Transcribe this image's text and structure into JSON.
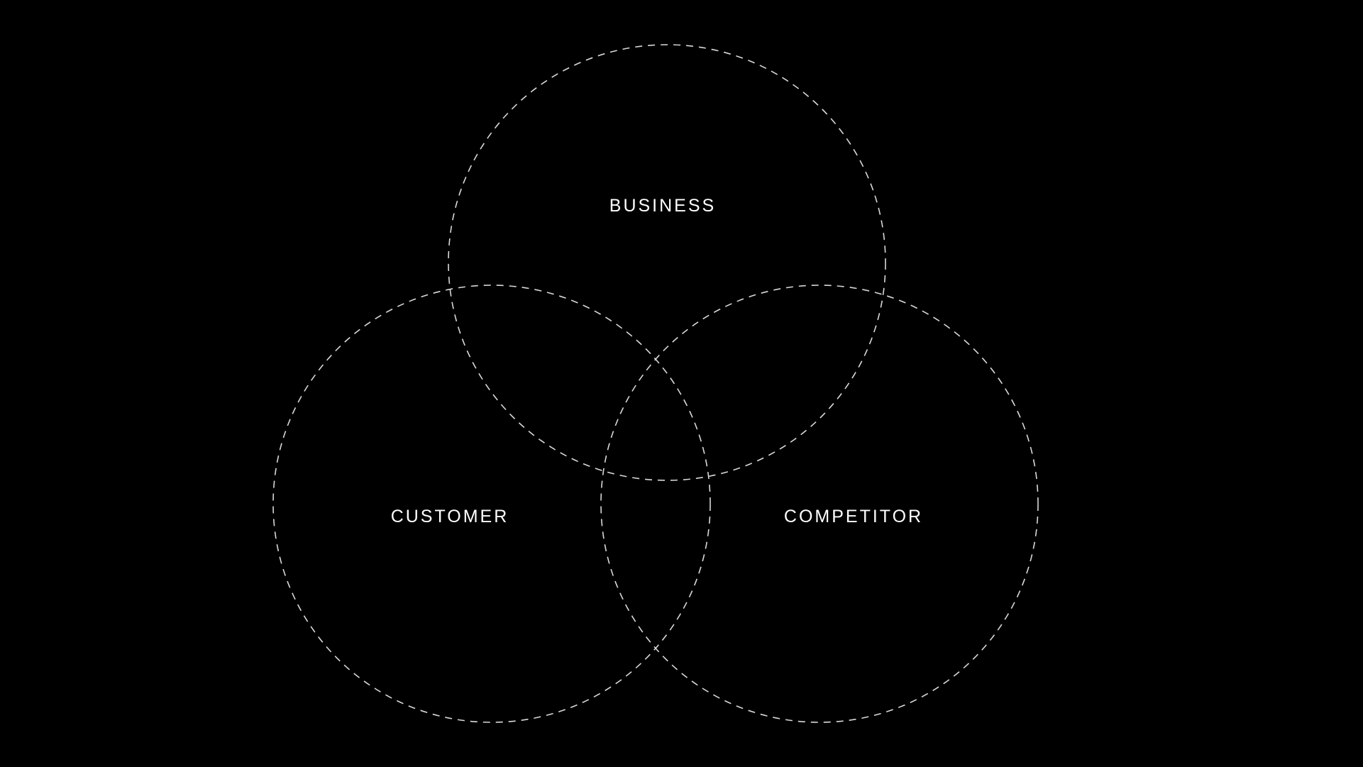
{
  "diagram": {
    "type": "venn",
    "background_color": "#000000",
    "stroke_color": "#d9d9d9",
    "text_color": "#ffffff",
    "sets": [
      {
        "id": "business",
        "label": "BUSINESS"
      },
      {
        "id": "customer",
        "label": "CUSTOMER"
      },
      {
        "id": "competitor",
        "label": "COMPETITOR"
      }
    ]
  }
}
